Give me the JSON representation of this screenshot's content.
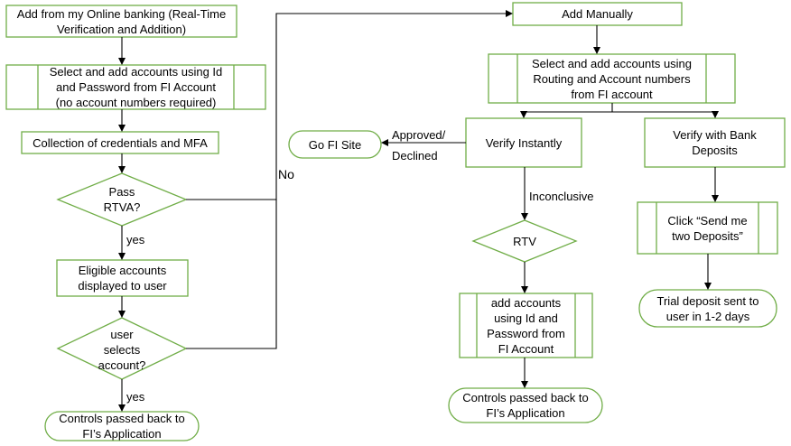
{
  "colors": {
    "stroke": "#70ad47",
    "arrow": "#000000",
    "text": "#000000"
  },
  "nodes": {
    "online_banking": "Add from my Online banking (Real-Time\nVerification and Addition)",
    "select_id_password": "Select and add accounts using Id\nand Password from FI Account\n(no account numbers required)",
    "collect_credentials": "Collection of credentials and MFA",
    "pass_rtva": "Pass\nRTVA?",
    "eligible_accounts": "Eligible accounts\ndisplayed to user",
    "user_selects": "user\nselects\naccount?",
    "controls_back_left": "Controls passed back to\nFI’s Application",
    "add_manually": "Add Manually",
    "select_routing": "Select and add accounts using\nRouting and Account numbers\nfrom FI account",
    "go_fi_site": "Go FI Site",
    "verify_instantly": "Verify Instantly",
    "verify_bank_deposits": "Verify with Bank\nDeposits",
    "rtv": "RTV",
    "add_accounts_id": "add accounts\nusing Id and\nPassword from\nFI Account",
    "controls_back_mid": "Controls passed back to\nFI’s Application",
    "send_two_deposits": "Click “Send me\ntwo Deposits”",
    "trial_deposit": "Trial deposit sent to\nuser in 1-2 days"
  },
  "edges": {
    "no": "No",
    "yes_1": "yes",
    "yes_2": "yes",
    "approved_declined": "Approved/\nDeclined",
    "inconclusive": "Inconclusive"
  }
}
